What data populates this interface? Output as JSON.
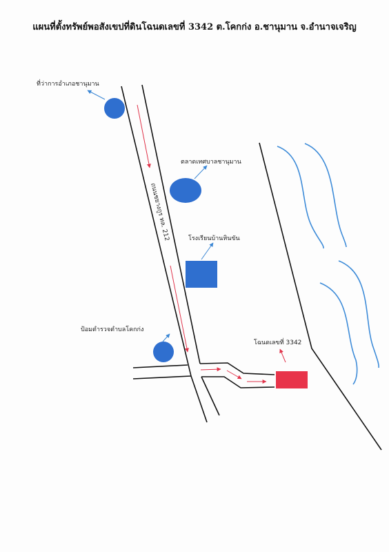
{
  "map": {
    "title": "แผนที่ตั้งทรัพย์พอสังเขปที่ดินโฉนดเลขที่ 3342 ต.โคกก่ง อ.ชานุมาน จ.อำนาจเจริญ",
    "road_label": "ถนนชยางกูร ทล. 212",
    "landmarks": [
      {
        "id": "district-office",
        "label": "ที่ว่าการอำเภอชานุมาน",
        "shape": "circle",
        "color": "#2f6fcf"
      },
      {
        "id": "municipal-market",
        "label": "ตลาดเทศบาลชานุมาน",
        "shape": "ellipse",
        "color": "#2f6fcf"
      },
      {
        "id": "school",
        "label": "โรงเรียนบ้านหินขัน",
        "shape": "square",
        "color": "#2f6fcf"
      },
      {
        "id": "police-box",
        "label": "ป้อมตำรวจตำบลโคกก่ง",
        "shape": "circle",
        "color": "#2f6fcf"
      },
      {
        "id": "parcel",
        "label": "โฉนดเลขที่ 3342",
        "shape": "rectangle",
        "color": "#e8344a"
      }
    ],
    "colors": {
      "road_line": "#111111",
      "route_arrow": "#e0334a",
      "pointer_arrow": "#3a86d4",
      "water": "#3d8bd8"
    }
  }
}
